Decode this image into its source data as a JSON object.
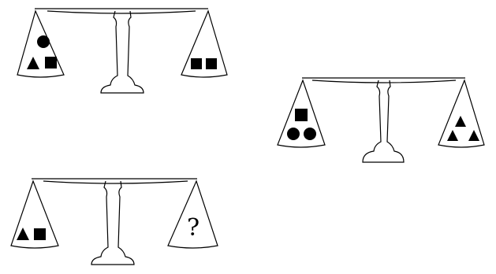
{
  "colors": {
    "ink": "#000000",
    "paper": "#ffffff"
  },
  "scales": [
    {
      "id": "scale-1",
      "left_pan": [
        "circle",
        "triangle",
        "square"
      ],
      "right_pan": [
        "square",
        "square"
      ]
    },
    {
      "id": "scale-2",
      "left_pan": [
        "square",
        "circle",
        "circle"
      ],
      "right_pan": [
        "triangle",
        "triangle",
        "triangle"
      ]
    },
    {
      "id": "scale-3",
      "left_pan": [
        "triangle",
        "square"
      ],
      "right_pan": [
        "question"
      ]
    }
  ],
  "unknown_symbol": "?"
}
